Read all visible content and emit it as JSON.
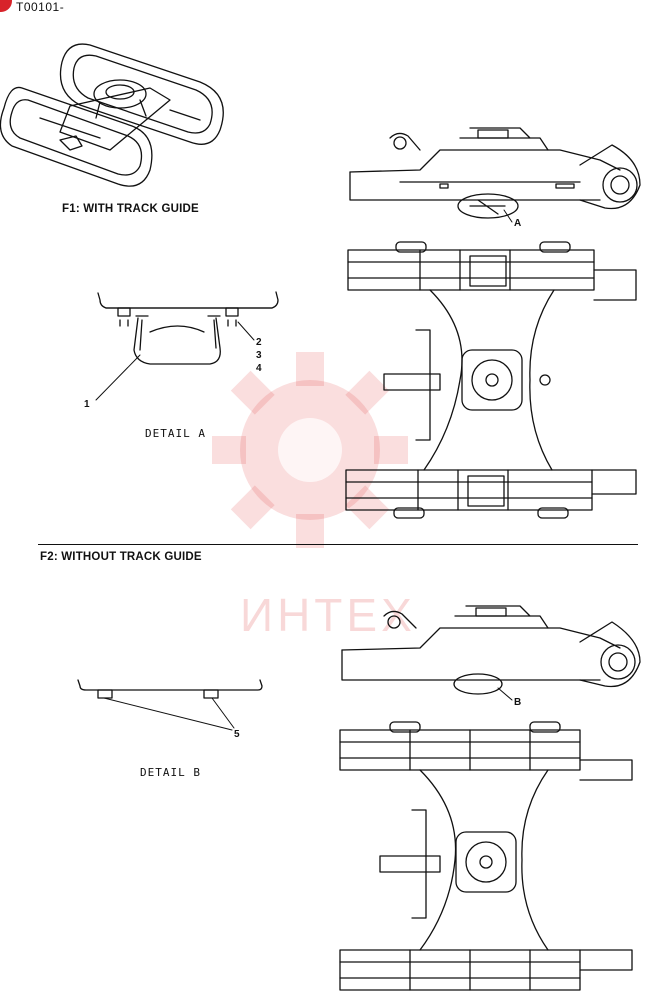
{
  "header": {
    "code": "T00101-"
  },
  "section1": {
    "title": "F1: WITH TRACK GUIDE",
    "detail_label": "DETAIL A",
    "callout_ref": "A",
    "callouts": [
      "1",
      "2",
      "3",
      "4"
    ]
  },
  "section2": {
    "title": "F2: WITHOUT TRACK GUIDE",
    "detail_label": "DETAIL B",
    "callout_ref": "B",
    "callouts": [
      "5"
    ]
  },
  "watermark": {
    "text": "ИНТЕХ",
    "color": "#e03030"
  }
}
